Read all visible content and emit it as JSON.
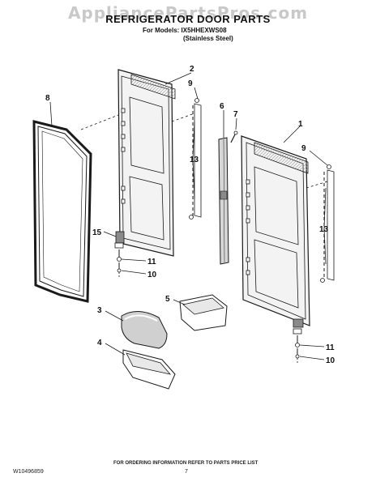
{
  "header": {
    "watermark": "AppliancePartsPros.com",
    "title": "REFRIGERATOR DOOR PARTS",
    "models_line": "For Models: IX5HHEXWS08",
    "models_variant": "(Stainless Steel)"
  },
  "callouts": {
    "c1": "1",
    "c2": "2",
    "c3": "3",
    "c4": "4",
    "c5": "5",
    "c6": "6",
    "c7": "7",
    "c8": "8",
    "c9a": "9",
    "c9b": "9",
    "c10a": "10",
    "c10b": "10",
    "c11a": "11",
    "c11b": "11",
    "c13a": "13",
    "c13b": "13",
    "c15": "15"
  },
  "footer": {
    "doc_number": "W10496859",
    "page_number": "7",
    "note": "FOR ORDERING INFORMATION REFER TO PARTS PRICE LIST"
  },
  "colors": {
    "line": "#1a1a1a",
    "shade": "#cfcfcf",
    "dark_shade": "#8a8a8a",
    "watermark": "#c9c9c9"
  }
}
